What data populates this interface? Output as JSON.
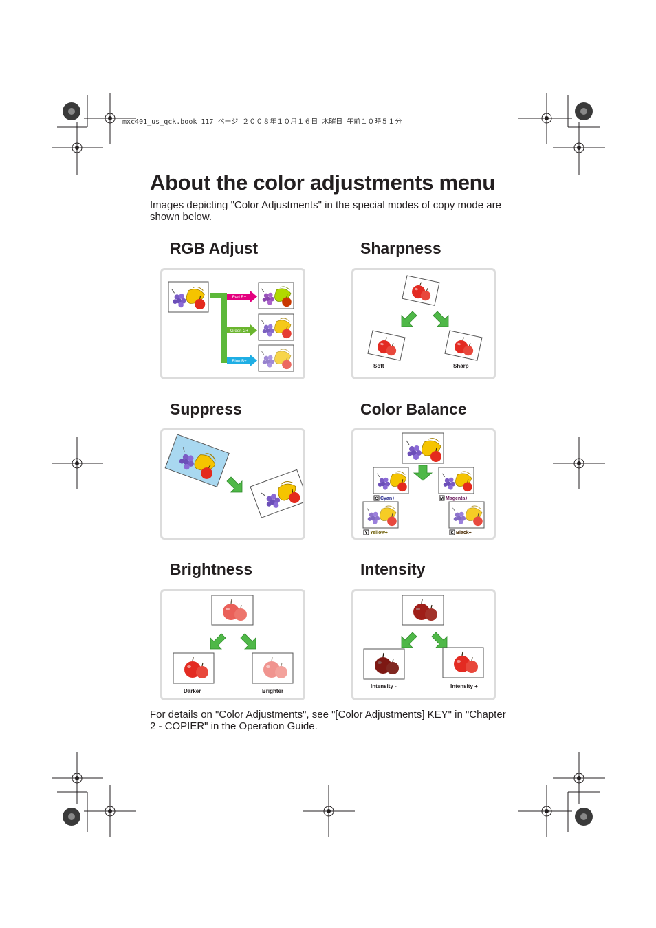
{
  "print_line": "mxc401_us_qck.book  117 ページ  ２００８年１０月１６日  木曜日  午前１０時５１分",
  "page": {
    "title": "About the color adjustments menu",
    "intro": "Images depicting \"Color Adjustments\" in the special modes of copy mode are shown below.",
    "footer_note": "For details on \"Color Adjustments\", see \"[Color Adjustments] KEY\" in \"Chapter 2 - COPIER\" in the Operation Guide."
  },
  "sections": {
    "rgb": {
      "heading": "RGB Adjust",
      "labels": [
        "Red R+",
        "Green G+",
        "Blue B+"
      ]
    },
    "sharpness": {
      "heading": "Sharpness",
      "labels": [
        "Soft",
        "Sharp"
      ]
    },
    "suppress": {
      "heading": "Suppress"
    },
    "color_balance": {
      "heading": "Color Balance",
      "letters": [
        "C",
        "M",
        "Y",
        "K"
      ],
      "labels": [
        "Cyan+",
        "Magenta+",
        "Yellow+",
        "Black+"
      ]
    },
    "brightness": {
      "heading": "Brightness",
      "labels": [
        "Darker",
        "Brighter"
      ]
    },
    "intensity": {
      "heading": "Intensity",
      "labels": [
        "Intensity -",
        "Intensity +"
      ]
    }
  },
  "colors": {
    "arrow_green": "#4fb848",
    "rgb_tree": "#5cb83a",
    "red_tag": "#e4007f",
    "green_tag": "#6ab52e",
    "blue_tag": "#1eaee4",
    "panel_border": "#dcdcdc"
  }
}
